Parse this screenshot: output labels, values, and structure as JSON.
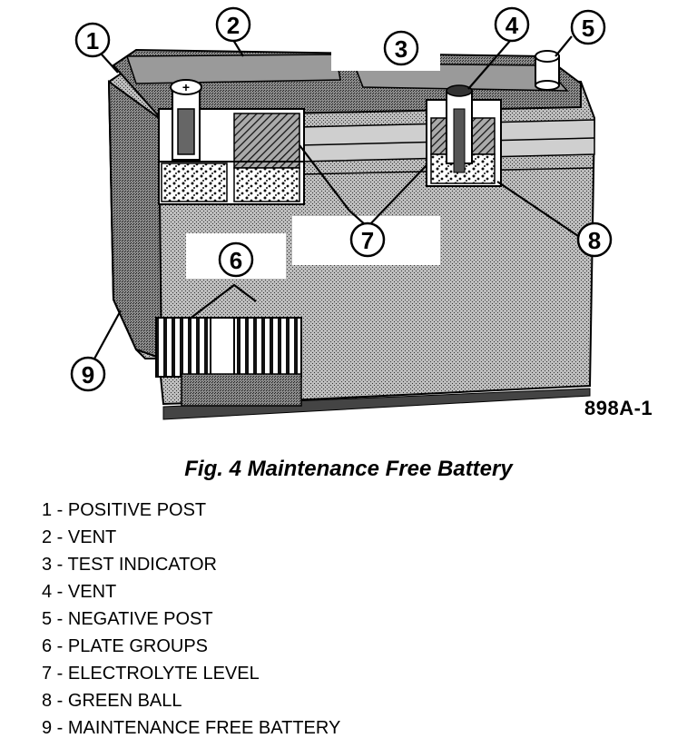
{
  "figure": {
    "callouts": [
      "1",
      "2",
      "3",
      "4",
      "5",
      "6",
      "7",
      "8",
      "9"
    ],
    "figure_id": "898A-1",
    "caption": "Fig. 4 Maintenance Free Battery"
  },
  "legend": [
    "1 - POSITIVE POST",
    "2 - VENT",
    "3 - TEST INDICATOR",
    "4 - VENT",
    "5 - NEGATIVE POST",
    "6 - PLATE GROUPS",
    "7 - ELECTROLYTE LEVEL",
    "8 - GREEN BALL",
    "9 - MAINTENANCE FREE BATTERY"
  ]
}
